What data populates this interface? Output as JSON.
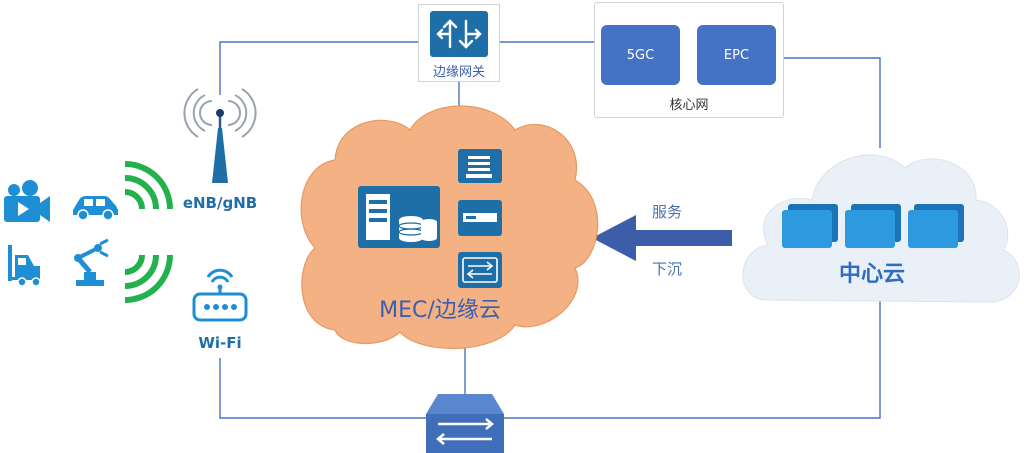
{
  "gateway": {
    "label": "边缘网关"
  },
  "core_network": {
    "label": "核心网",
    "nodes": [
      "5GC",
      "EPC"
    ]
  },
  "base_station": {
    "label": "eNB/gNB"
  },
  "wifi": {
    "label": "Wi-Fi"
  },
  "edge_cloud": {
    "label": "MEC/边缘云"
  },
  "central_cloud": {
    "label": "中心云"
  },
  "flow": {
    "label_top": "服务",
    "label_bottom": "下沉"
  },
  "colors": {
    "link": "#4a72c4",
    "icon_blue": "#1e6fa8",
    "edge_cloud_fill": "#f4b183",
    "central_cloud_fill": "#eaf0f7",
    "signal_green": "#22b14c",
    "arrow_blue": "#3c5ea8",
    "core_node": "#4472c4",
    "switch_blue": "#3f6fb8"
  }
}
